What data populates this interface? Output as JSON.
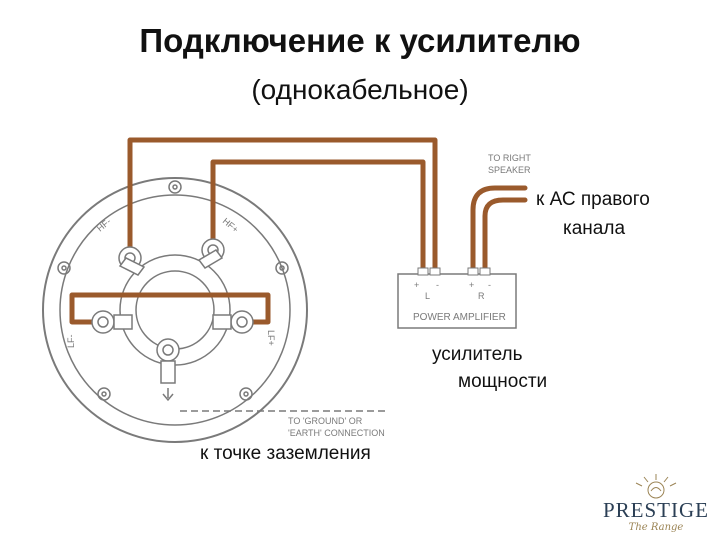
{
  "title": "Подключение к усилителю",
  "subtitle": "(однокабельное)",
  "captions": {
    "right_speaker_line1": "к АС правого",
    "right_speaker_line2": "канала",
    "amplifier_line1": "усилитель",
    "amplifier_line2": "мощности",
    "ground": "к точке заземления"
  },
  "diagram_labels": {
    "to_right_speaker_1": "TO RIGHT",
    "to_right_speaker_2": "SPEAKER",
    "power_amplifier": "POWER AMPLIFIER",
    "left_channel": "L",
    "right_channel": "R",
    "plus": "+",
    "minus": "-",
    "hf_minus": "HF-",
    "hf_plus": "HF+",
    "lf_minus": "LF-",
    "lf_plus": "LF+",
    "ground_1": "TO 'GROUND' OR",
    "ground_2": "'EARTH' CONNECTION"
  },
  "logo": {
    "brand": "PRESTIGE",
    "script": "The Range"
  },
  "colors": {
    "wire": "#9a5a2c",
    "line_art": "#7a7a7a",
    "diagram_text": "#7a7a7a",
    "logo_brand": "#2b3f55",
    "logo_gold": "#9b8455"
  }
}
